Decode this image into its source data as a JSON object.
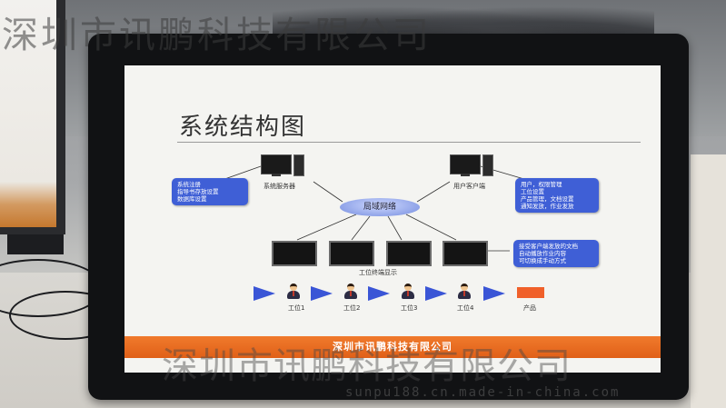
{
  "watermark": {
    "top": "深圳市讯鹏科技有限公司",
    "bottom": "深圳市讯鹏科技有限公司",
    "url": "sunpu188.cn.made-in-china.com"
  },
  "slide": {
    "title": "系统结构图",
    "footer": "深圳市讯鹏科技有限公司",
    "network_label": "局域网络",
    "server_label": "系统服务器",
    "client_label": "用户客户端",
    "display_label": "工位终端显示",
    "left_box": [
      "系统注册",
      "指导书存放设置",
      "数据库设置"
    ],
    "right_box": [
      "用户，权限管理",
      "工位设置",
      "产品管理，文档设置",
      "通知发放，作业发放"
    ],
    "terminal_box": [
      "接受客户端发放的文档",
      "自动播放作业内容",
      "可切换成手动方式"
    ],
    "stations": [
      "工位1",
      "工位2",
      "工位3",
      "工位4"
    ],
    "product_label": "产品"
  },
  "colors": {
    "accent": "#3a55d6",
    "footer": "#e8691f",
    "product": "#f0602a"
  },
  "icons": [
    "computer-icon",
    "worker-icon",
    "arrow-icon",
    "display-icon"
  ]
}
